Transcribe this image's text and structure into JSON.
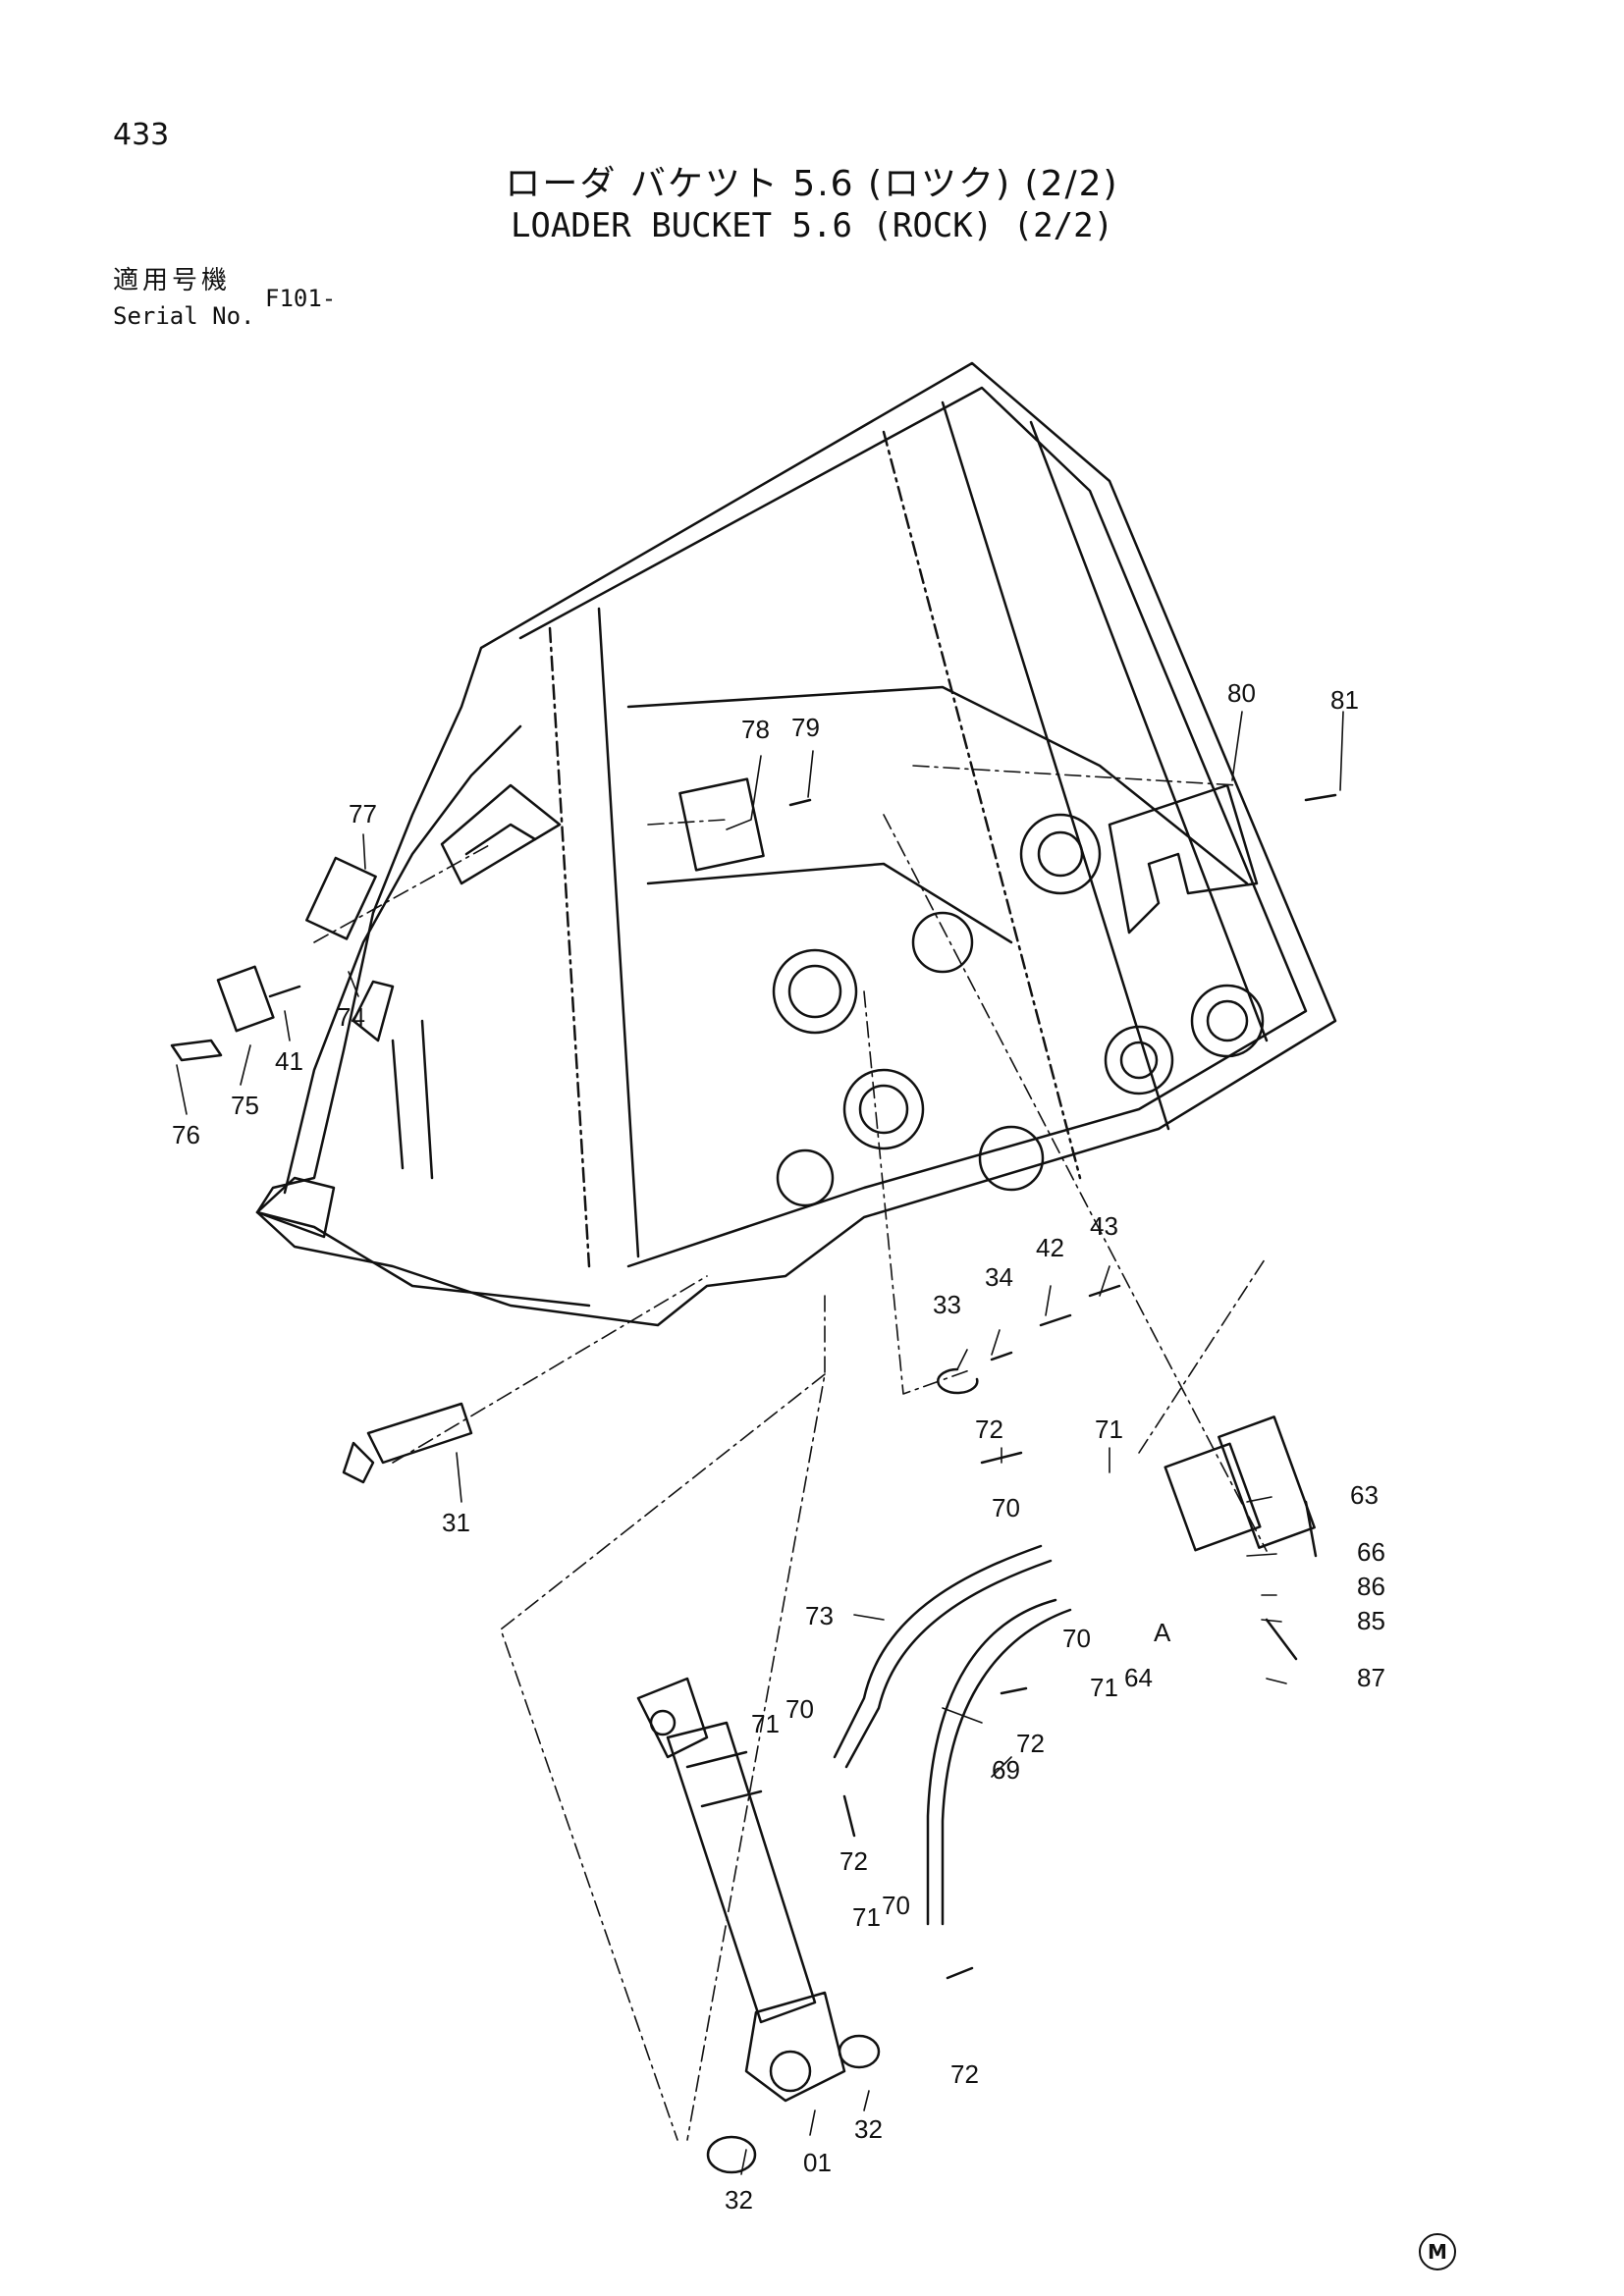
{
  "header": {
    "page_number": "433",
    "title_jp": "ローダ バケツト 5.6 (ロツク) (2/2)",
    "title_en": "LOADER BUCKET 5.6 (ROCK) (2/2)",
    "serial_label_jp": "適用号機",
    "serial_label_en": "Serial No.",
    "serial_value": "F101-"
  },
  "callouts": [
    "81",
    "80",
    "79",
    "78",
    "77",
    "74",
    "41",
    "75",
    "76",
    "43",
    "42",
    "34",
    "33",
    "31",
    "72",
    "71",
    "70",
    "63",
    "66",
    "86",
    "85",
    "87",
    "A",
    "64",
    "73",
    "69",
    "01",
    "32"
  ],
  "footer": {
    "mark": "M"
  }
}
